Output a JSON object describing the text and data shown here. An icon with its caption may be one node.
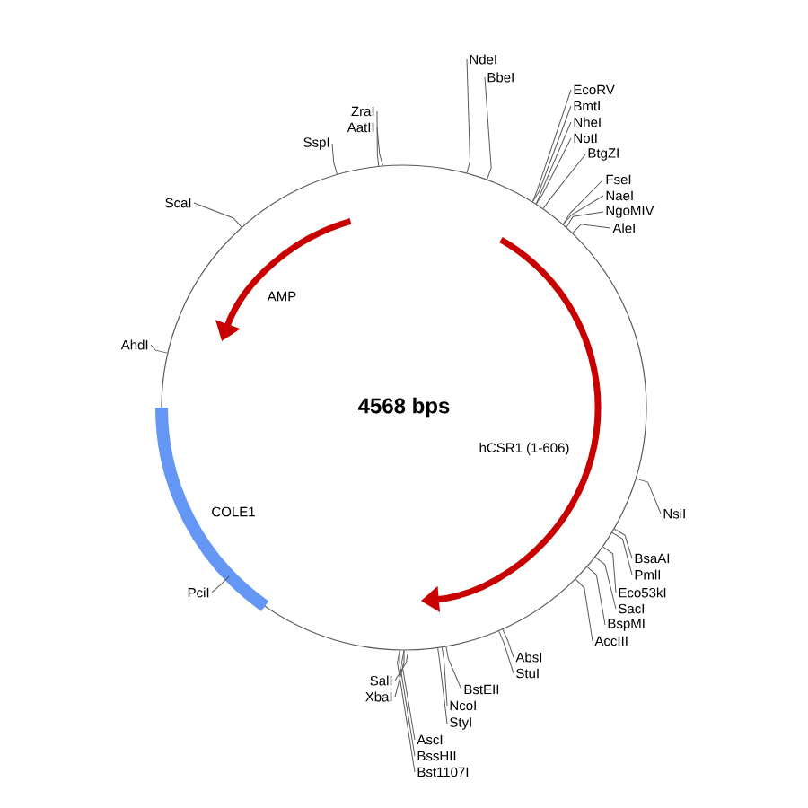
{
  "diagram": {
    "nodes": [
      {
        "text": [
          "NdeI"
        ]
      },
      {
        "text": [
          "BbeI"
        ]
      },
      {
        "text": [
          "EcoRV"
        ]
      },
      {
        "text": [
          "BmtI"
        ]
      },
      {
        "text": [
          "NheI"
        ]
      },
      {
        "text": [
          "NotI"
        ]
      },
      {
        "text": [
          "BtgZI"
        ]
      },
      {
        "text": [
          "FseI"
        ]
      },
      {
        "text": [
          "NaeI"
        ]
      },
      {
        "text": [
          "NgoMIV"
        ]
      },
      {
        "text": [
          "AleI"
        ]
      },
      {
        "text": [
          "NsiI"
        ]
      },
      {
        "text": [
          "BsaAI"
        ]
      },
      {
        "text": [
          "PmlI"
        ]
      },
      {
        "text": [
          "Eco53kI"
        ]
      },
      {
        "text": [
          "SacI"
        ]
      },
      {
        "text": [
          "BspMI"
        ]
      },
      {
        "text": [
          "AccIII"
        ]
      },
      {
        "text": [
          "AbsI"
        ]
      },
      {
        "text": [
          "StuI"
        ]
      },
      {
        "text": [
          "BstEII"
        ]
      },
      {
        "text": [
          "NcoI"
        ]
      },
      {
        "text": [
          "StyI"
        ]
      },
      {
        "text": [
          "AscI"
        ]
      },
      {
        "text": [
          "BssHII"
        ]
      },
      {
        "text": [
          "Bst1107I"
        ]
      },
      {
        "text": [
          "SalI"
        ]
      },
      {
        "text": [
          "XbaI"
        ]
      },
      {
        "text": [
          "PciI"
        ]
      },
      {
        "text": [
          "AhdI"
        ]
      },
      {
        "text": [
          "ScaI"
        ]
      },
      {
        "text": [
          "SspI"
        ]
      },
      {
        "text": [
          "ZraI"
        ]
      },
      {
        "text": [
          "AatII"
        ]
      },
      {
        "text": [
          "4568 bps"
        ]
      }
    ],
    "edges": [
      {
        "from": 0,
        "to": 34,
        "arrow": "none"
      },
      {
        "from": 1,
        "to": 34,
        "arrow": "none"
      },
      {
        "from": 2,
        "to": 34,
        "arrow": "none"
      },
      {
        "from": 3,
        "to": 34,
        "arrow": "none"
      },
      {
        "from": 4,
        "to": 34,
        "arrow": "none"
      },
      {
        "from": 5,
        "to": 34,
        "arrow": "none"
      },
      {
        "from": 6,
        "to": 34,
        "arrow": "none"
      },
      {
        "from": 7,
        "to": 34,
        "arrow": "none"
      },
      {
        "from": 8,
        "to": 34,
        "arrow": "none"
      },
      {
        "from": 9,
        "to": 34,
        "arrow": "none"
      },
      {
        "from": 10,
        "to": 34,
        "arrow": "none"
      },
      {
        "from": 11,
        "to": 34,
        "arrow": "none"
      },
      {
        "from": 12,
        "to": 34,
        "arrow": "none"
      },
      {
        "from": 13,
        "to": 34,
        "arrow": "none"
      },
      {
        "from": 14,
        "to": 34,
        "arrow": "none"
      },
      {
        "from": 15,
        "to": 34,
        "arrow": "none"
      },
      {
        "from": 16,
        "to": 34,
        "arrow": "none"
      },
      {
        "from": 17,
        "to": 34,
        "arrow": "none"
      },
      {
        "from": 18,
        "to": 34,
        "arrow": "none"
      },
      {
        "from": 19,
        "to": 34,
        "arrow": "none"
      },
      {
        "from": 20,
        "to": 34,
        "arrow": "none"
      },
      {
        "from": 21,
        "to": 34,
        "arrow": "none"
      },
      {
        "from": 22,
        "to": 34,
        "arrow": "none"
      },
      {
        "from": 23,
        "to": 34,
        "arrow": "none"
      },
      {
        "from": 24,
        "to": 34,
        "arrow": "none"
      },
      {
        "from": 25,
        "to": 34,
        "arrow": "none"
      },
      {
        "from": 26,
        "to": 34,
        "arrow": "none"
      },
      {
        "from": 27,
        "to": 34,
        "arrow": "none"
      },
      {
        "from": 28,
        "to": 34,
        "arrow": "none"
      },
      {
        "from": 29,
        "to": 34,
        "arrow": "none"
      },
      {
        "from": 30,
        "to": 34,
        "arrow": "none"
      },
      {
        "from": 31,
        "to": 34,
        "arrow": "none"
      },
      {
        "from": 32,
        "to": 34,
        "arrow": "none"
      },
      {
        "from": 33,
        "to": 34,
        "arrow": "none"
      }
    ],
    "labels": [
      "AMP",
      "hCSR1 (1-606)",
      "COLE1"
    ]
  }
}
